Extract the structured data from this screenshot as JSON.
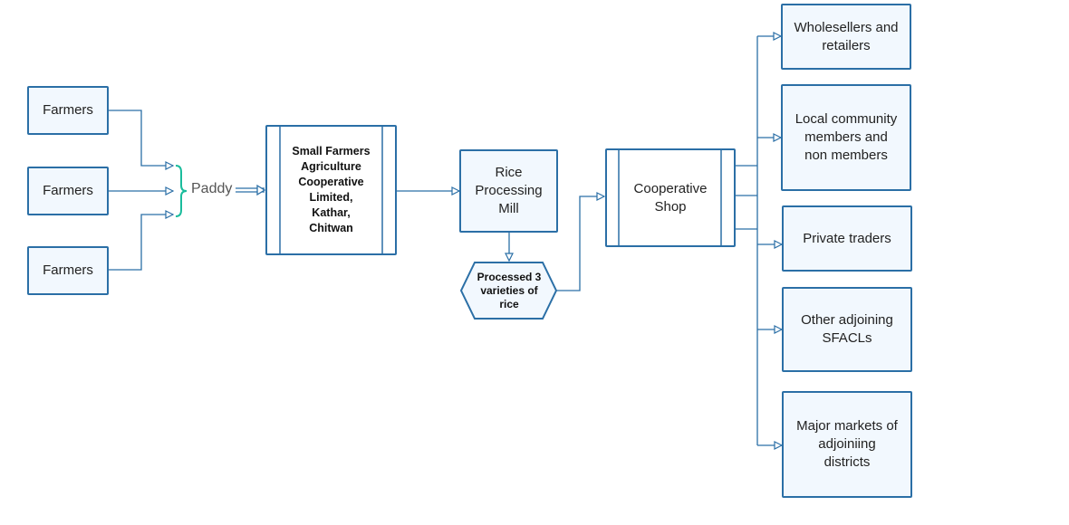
{
  "farmers": [
    "Farmers",
    "Farmers",
    "Farmers"
  ],
  "paddy_label": "Paddy",
  "sfacl": "Small Farmers\nAgriculture\nCooperative\nLimited,\nKathar,\nChitwan",
  "mill": "Rice\nProcessing\nMill",
  "processed": "Processed 3\nvarieties of\nrice",
  "shop": "Cooperative\nShop",
  "outlets": [
    "Wholesellers and\nretailers",
    "Local community\nmembers and\nnon members",
    "Private traders",
    "Other adjoining\nSFACLs",
    "Major markets of\nadjoiniing\ndistricts"
  ],
  "colors": {
    "border": "#2b6fa6",
    "fill": "#f2f8fe",
    "brace": "#1abc9c",
    "line": "#2b6fa6"
  }
}
